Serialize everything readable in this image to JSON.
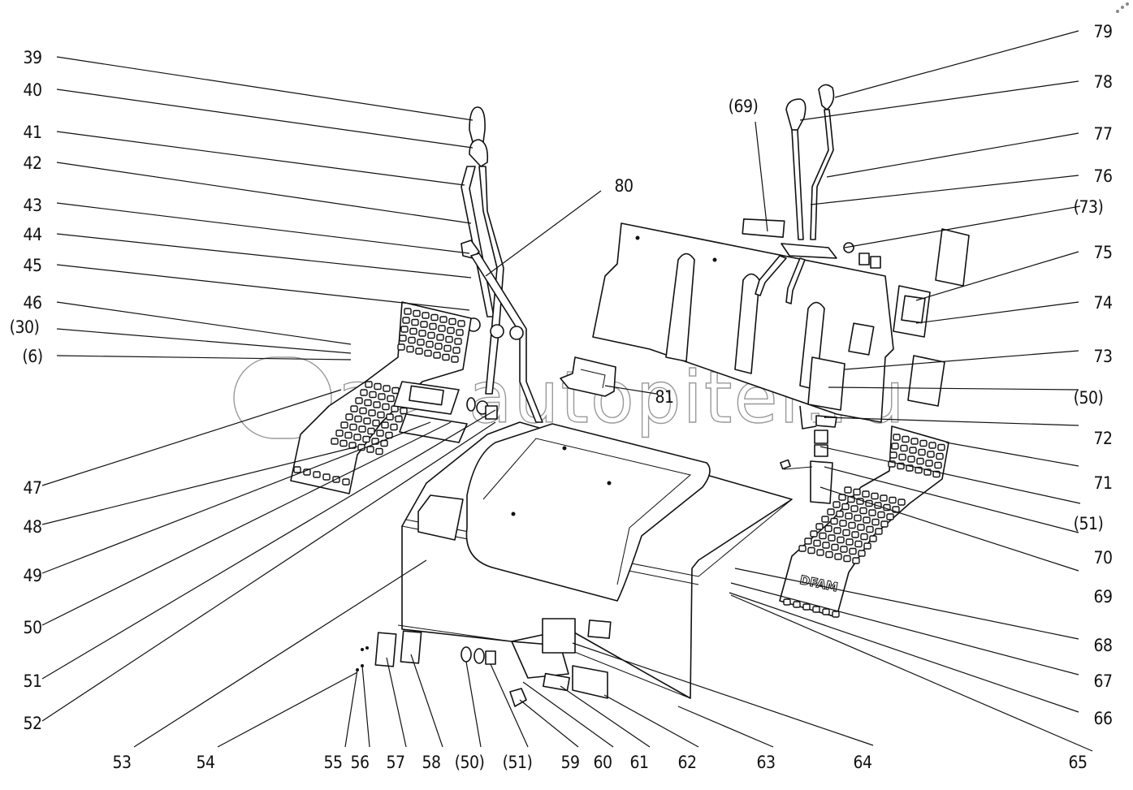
{
  "diagram": {
    "type": "exploded-parts-view",
    "watermark": "a> autopiter.ru",
    "brand_embossed": "DFAM",
    "callouts_left": [
      {
        "label": "39"
      },
      {
        "label": "40"
      },
      {
        "label": "41"
      },
      {
        "label": "42"
      },
      {
        "label": "43"
      },
      {
        "label": "44"
      },
      {
        "label": "45"
      },
      {
        "label": "46"
      },
      {
        "label": "(30)"
      },
      {
        "label": "(6)"
      },
      {
        "label": "47"
      },
      {
        "label": "48"
      },
      {
        "label": "49"
      },
      {
        "label": "50"
      },
      {
        "label": "51"
      },
      {
        "label": "52"
      }
    ],
    "callouts_bottom": [
      {
        "label": "53"
      },
      {
        "label": "54"
      },
      {
        "label": "55"
      },
      {
        "label": "56"
      },
      {
        "label": "57"
      },
      {
        "label": "58"
      },
      {
        "label": "(50)"
      },
      {
        "label": "(51)"
      },
      {
        "label": "59"
      },
      {
        "label": "60"
      },
      {
        "label": "61"
      },
      {
        "label": "62"
      },
      {
        "label": "63"
      },
      {
        "label": "64"
      },
      {
        "label": "65"
      }
    ],
    "callouts_right": [
      {
        "label": "79"
      },
      {
        "label": "78"
      },
      {
        "label": "77"
      },
      {
        "label": "76"
      },
      {
        "label": "(73)"
      },
      {
        "label": "75"
      },
      {
        "label": "74"
      },
      {
        "label": "73"
      },
      {
        "label": "(50)"
      },
      {
        "label": "72"
      },
      {
        "label": "71"
      },
      {
        "label": "(51)"
      },
      {
        "label": "70"
      },
      {
        "label": "69"
      },
      {
        "label": "68"
      },
      {
        "label": "67"
      },
      {
        "label": "66"
      }
    ],
    "callouts_inner": [
      {
        "label": "(69)"
      },
      {
        "label": "80"
      },
      {
        "label": "81"
      }
    ]
  }
}
